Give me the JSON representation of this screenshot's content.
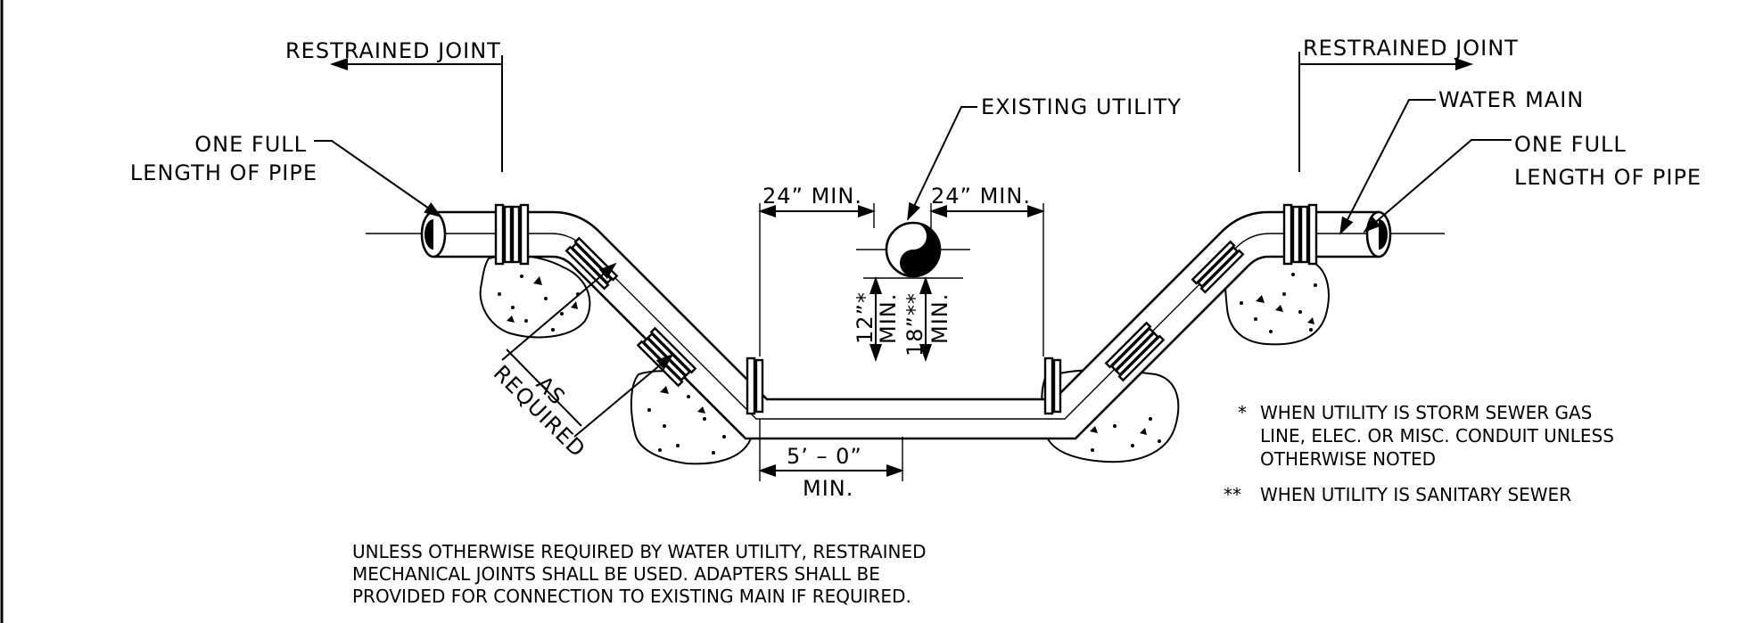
{
  "labels": {
    "restrained_joint_left": "RESTRAINED JOINT",
    "restrained_joint_right": "RESTRAINED JOINT",
    "one_full_left_1": "ONE FULL",
    "one_full_left_2": "LENGTH OF PIPE",
    "one_full_right_1": "ONE FULL",
    "one_full_right_2": "LENGTH OF PIPE",
    "existing_utility": "EXISTING UTILITY",
    "water_main": "WATER MAIN",
    "min24_left": "24” MIN.",
    "min24_right": "24” MIN.",
    "vert12": "12”*",
    "vert12_min": "MIN.",
    "vert18": "18”**",
    "vert18_min": "MIN.",
    "as": "AS",
    "required": "REQUIRED",
    "five_foot": "5’ – 0”",
    "five_foot_min": "MIN."
  },
  "notes": {
    "star1_mark": "*",
    "star1_line1": "WHEN UTILITY IS STORM SEWER GAS",
    "star1_line2": "LINE, ELEC. OR MISC. CONDUIT UNLESS",
    "star1_line3": "OTHERWISE NOTED",
    "star2_mark": "**",
    "star2_line1": "WHEN UTILITY IS SANITARY SEWER"
  },
  "general_note": {
    "line1": "UNLESS OTHERWISE REQUIRED BY WATER UTILITY, RESTRAINED",
    "line2": "MECHANICAL JOINTS SHALL BE USED. ADAPTERS SHALL BE",
    "line3": "PROVIDED FOR CONNECTION TO EXISTING MAIN IF REQUIRED."
  }
}
